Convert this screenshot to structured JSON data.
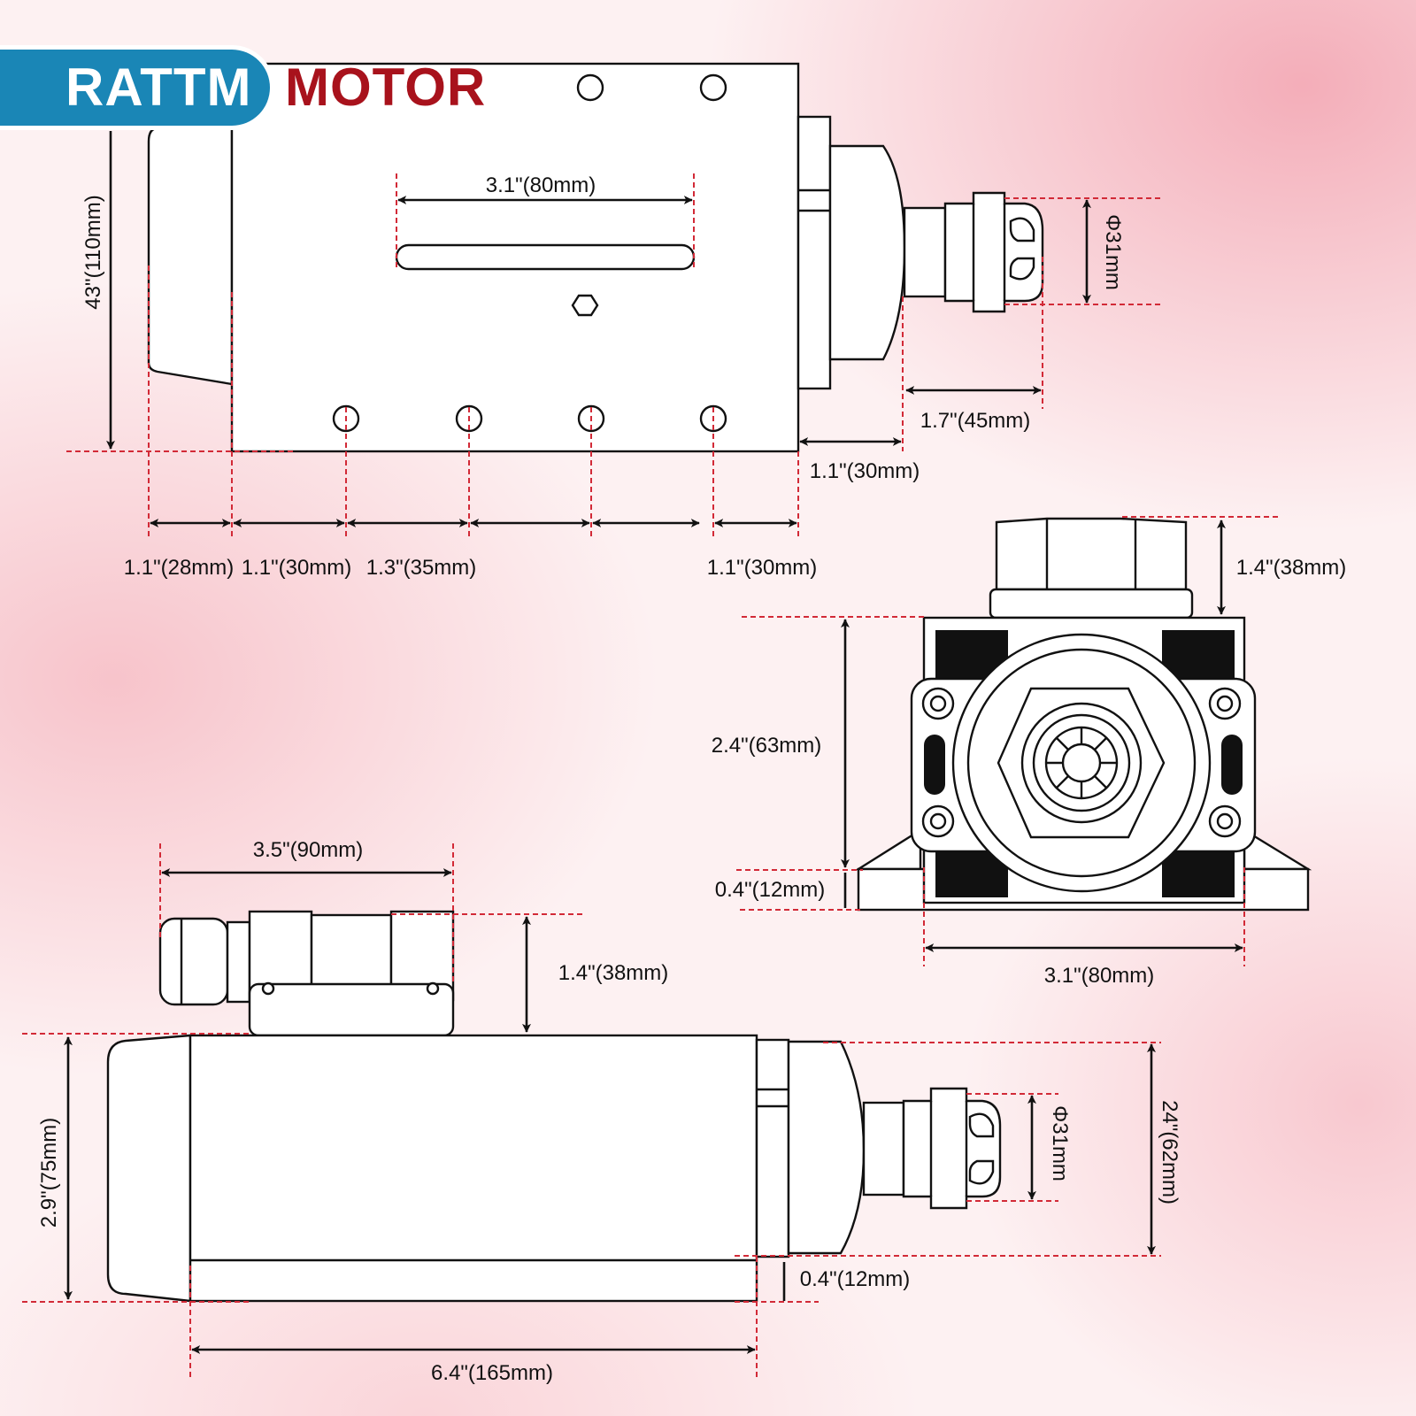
{
  "brand": {
    "name_left": "RATTM",
    "name_right": "MOTOR",
    "color_left": "#1a86b6",
    "color_right": "#a8121c"
  },
  "colors": {
    "dimension_line": "#d22a37",
    "outline": "#111111"
  },
  "top_view": {
    "height": "43\"(110mm)",
    "slot_length": "3.1\"(80mm)",
    "collet_diameter": "Φ31mm",
    "collet_length": "1.7\"(45mm)",
    "nose_length": "1.1\"(30mm)",
    "spacing_1": "1.1\"(28mm)",
    "spacing_2": "1.1\"(30mm)",
    "spacing_3": "1.3\"(35mm)",
    "spacing_4": "1.1\"(30mm)"
  },
  "front_view": {
    "connector_height": "1.4\"(38mm)",
    "body_height": "2.4\"(63mm)",
    "base_height": "0.4\"(12mm)",
    "width": "3.1\"(80mm)"
  },
  "side_view": {
    "connector_length": "3.5\"(90mm)",
    "connector_height": "1.4\"(38mm)",
    "total_height": "2.9\"(75mm)",
    "nose_height": "24\"(62mm)",
    "collet_diameter": "Φ31mm",
    "base_thickness": "0.4\"(12mm)",
    "body_length": "6.4\"(165mm)"
  }
}
